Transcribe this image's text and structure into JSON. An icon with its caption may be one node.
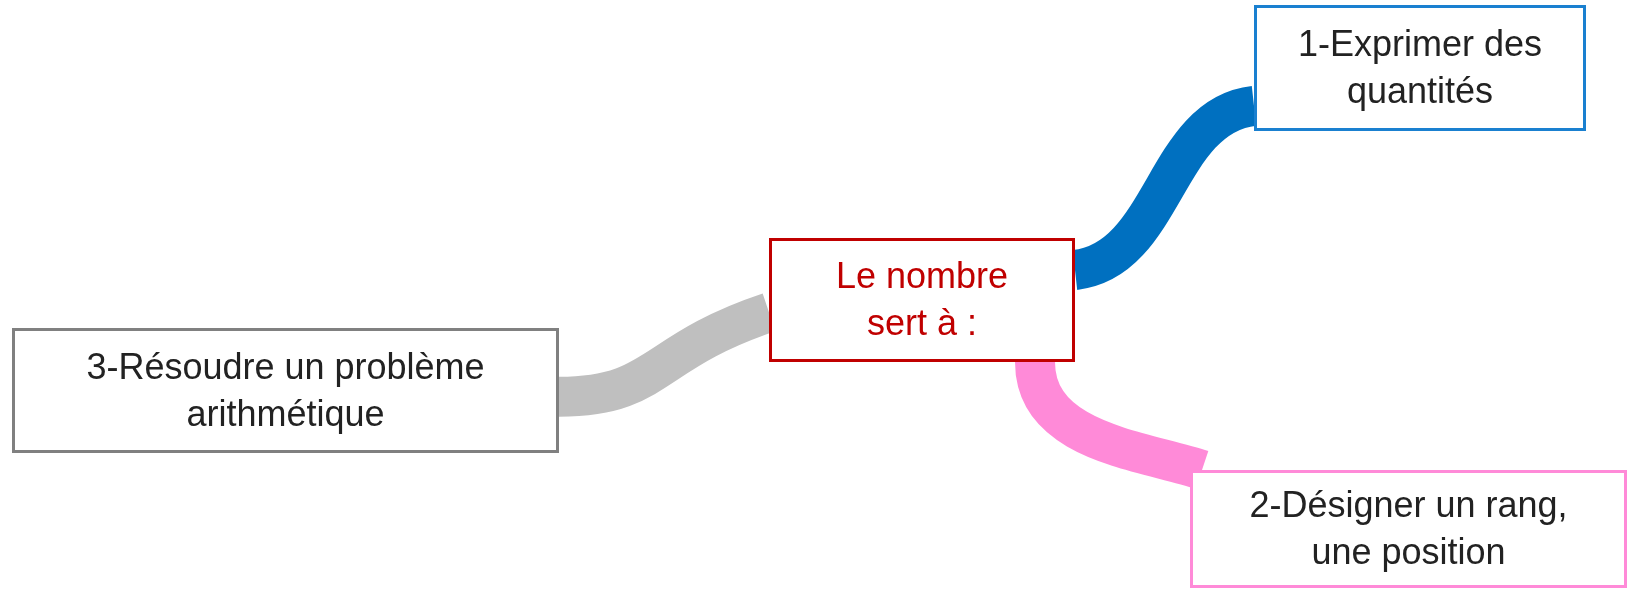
{
  "diagram": {
    "nodes": [
      {
        "text": [
          "Le nombre sert à :"
        ]
      },
      {
        "text": [
          "1-Exprimer des quantités"
        ]
      },
      {
        "text": [
          "2-Désigner un rang, une position"
        ]
      },
      {
        "text": [
          "3-Résoudre un problème arithmétique"
        ]
      }
    ],
    "edges": [
      {
        "from": 0,
        "to": 1,
        "arrow": "none",
        "color": "#0070c0"
      },
      {
        "from": 0,
        "to": 2,
        "arrow": "none",
        "color": "#ff8ad8"
      },
      {
        "from": 0,
        "to": 3,
        "arrow": "none",
        "color": "#bfbfbf"
      }
    ]
  }
}
